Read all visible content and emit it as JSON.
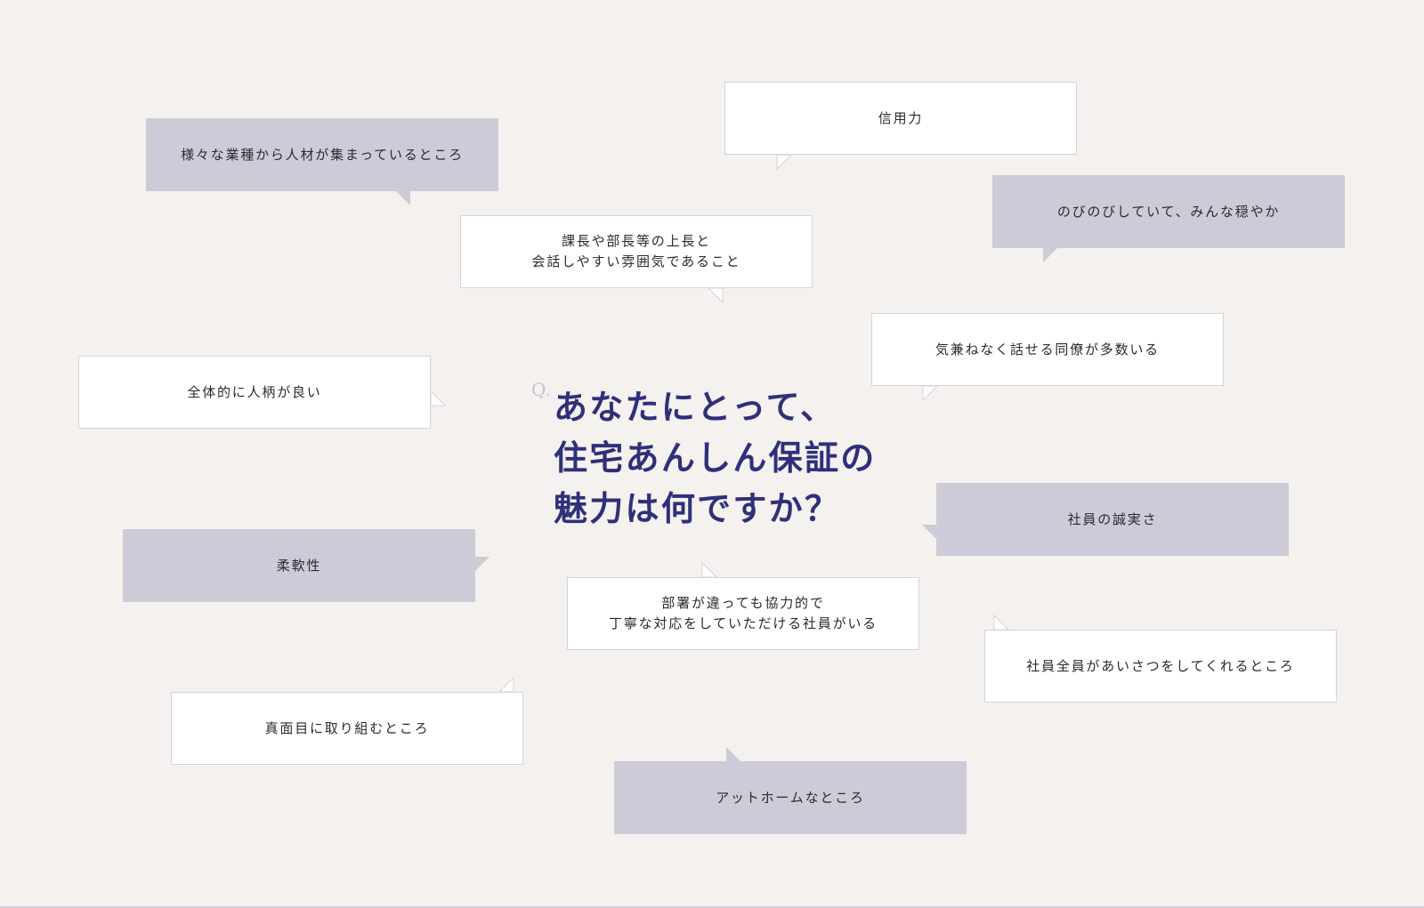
{
  "question": {
    "prefix": "Q.",
    "title": "あなたにとって、\n住宅あんしん保証の\n魅力は何ですか？"
  },
  "answers": [
    "様々な業種から人材が集まっているところ",
    "信用力",
    "のびのびしていて、みんな穏やか",
    "課長や部長等の上長と\n会話しやすい雰囲気であること",
    "気兼ねなく話せる同僚が多数いる",
    "全体的に人柄が良い",
    "社員の誠実さ",
    "柔軟性",
    "部署が違っても協力的で\n丁寧な対応をしていただける社員がいる",
    "社員全員があいさつをしてくれるところ",
    "真面目に取り組むところ",
    "アットホームなところ"
  ],
  "colors": {
    "background": "#f4f1ee",
    "accent": "#2f2f7a",
    "bubble_gray": "#cecbd8"
  }
}
